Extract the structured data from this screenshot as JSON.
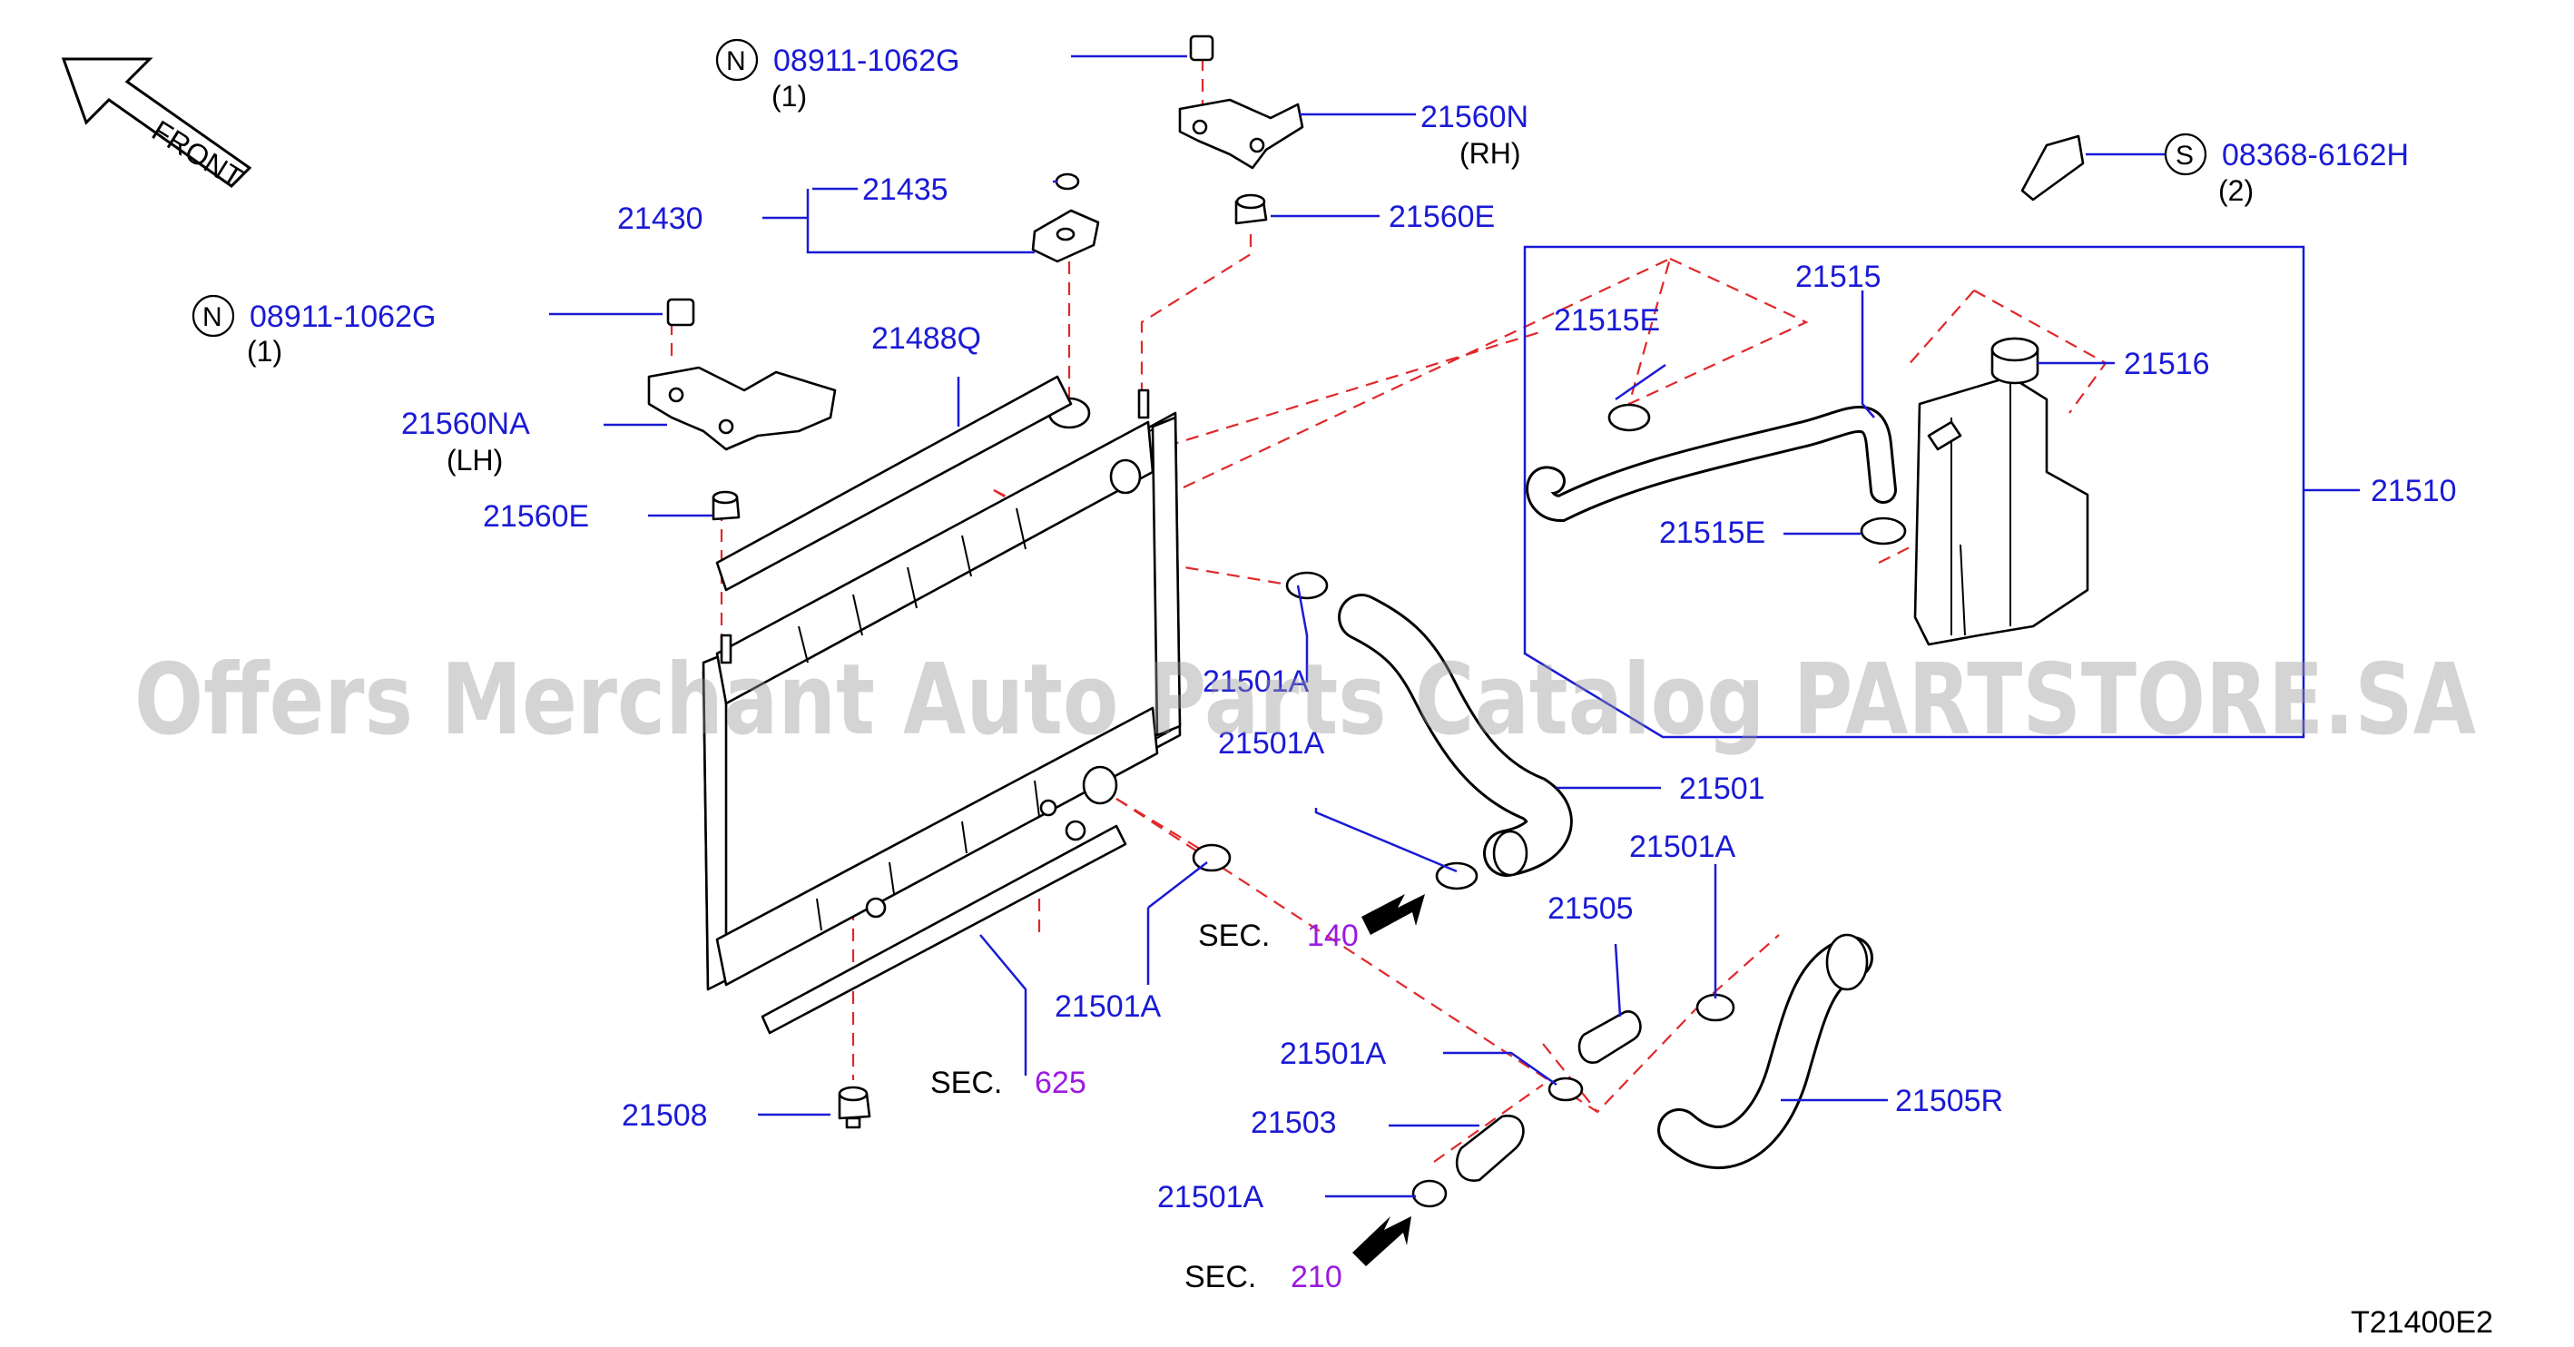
{
  "front_label": "FRONT",
  "watermark": "Offers Merchant Auto Parts Catalog PARTSTORE.SA",
  "diagram_code": "T21400E2",
  "callouts": {
    "n_top": {
      "symbol": "N",
      "part": "08911-1062G",
      "qty": "(1)"
    },
    "n_left": {
      "symbol": "N",
      "part": "08911-1062G",
      "qty": "(1)"
    },
    "s_right": {
      "symbol": "S",
      "part": "08368-6162H",
      "qty": "(2)"
    }
  },
  "parts": {
    "p21560n": "21560N",
    "p21560n_side": "(RH)",
    "p21435": "21435",
    "p21430": "21430",
    "p21560e_top": "21560E",
    "p21560e_left": "21560E",
    "p21488q": "21488Q",
    "p21560na": "21560NA",
    "p21560na_side": "(LH)",
    "p21515": "21515",
    "p21515e_a": "21515E",
    "p21515e_b": "21515E",
    "p21516": "21516",
    "p21510": "21510",
    "p21501a_1": "21501A",
    "p21501a_2": "21501A",
    "p21501a_3": "21501A",
    "p21501a_4": "21501A",
    "p21501a_5": "21501A",
    "p21501a_6": "21501A",
    "p21501": "21501",
    "p21505": "21505",
    "p21505r": "21505R",
    "p21503": "21503",
    "p21508": "21508"
  },
  "sections": {
    "sec140": {
      "prefix": "SEC.",
      "num": "140"
    },
    "sec625": {
      "prefix": "SEC.",
      "num": "625"
    },
    "sec210": {
      "prefix": "SEC.",
      "num": "210"
    }
  }
}
